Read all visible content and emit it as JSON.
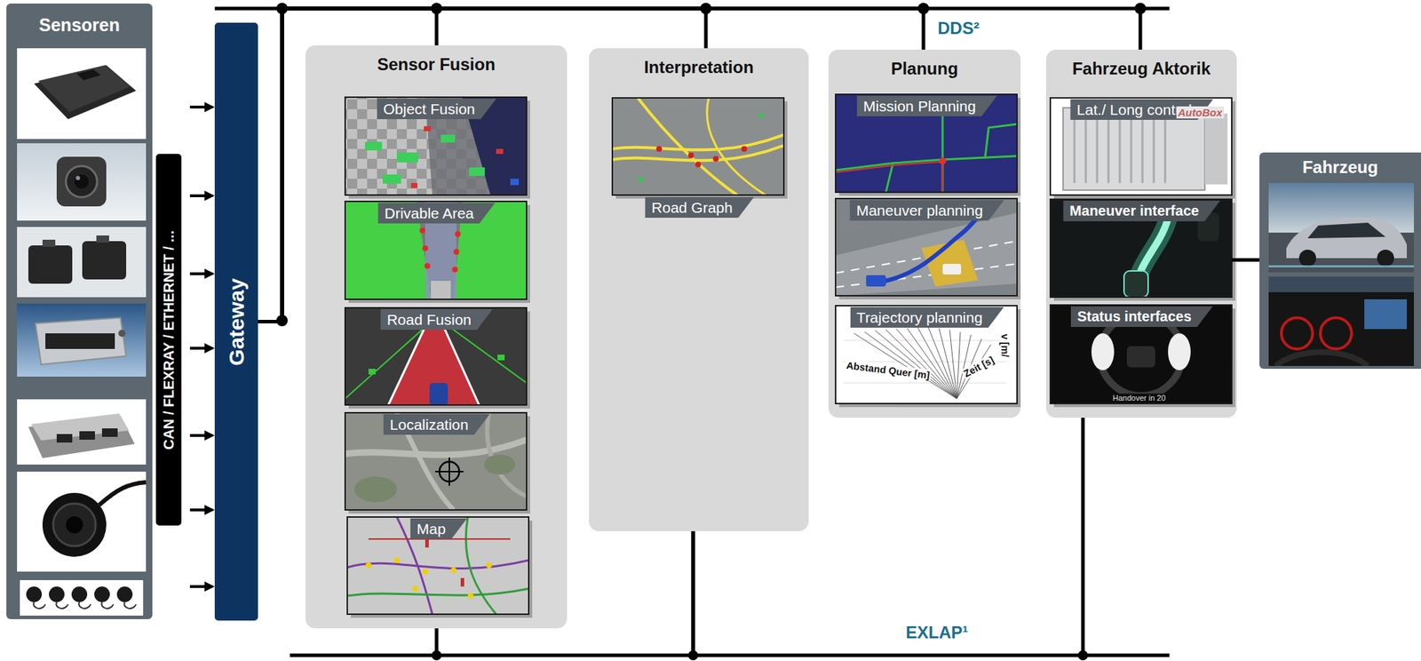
{
  "diagram": {
    "nodes": [
      {
        "text": [
          "Sensoren"
        ]
      },
      {
        "text": [
          "CAN / FLEXRAY / ETHERNET / ..."
        ]
      },
      {
        "text": [
          "Gateway"
        ]
      },
      {
        "text": [
          "Sensor Fusion"
        ]
      },
      {
        "text": [
          "Object Fusion"
        ],
        "in": 3
      },
      {
        "text": [
          "Drivable Area"
        ],
        "in": 3
      },
      {
        "text": [
          "Road Fusion"
        ],
        "in": 3
      },
      {
        "text": [
          "Localization"
        ],
        "in": 3
      },
      {
        "text": [
          "Map"
        ],
        "in": 3
      },
      {
        "text": [
          "Interpretation"
        ]
      },
      {
        "text": [
          "Road Graph"
        ],
        "in": 9
      },
      {
        "text": [
          "Planung"
        ]
      },
      {
        "text": [
          "Mission Planning"
        ],
        "in": 11
      },
      {
        "text": [
          "Maneuver planning"
        ],
        "in": 11
      },
      {
        "text": [
          "Trajectory planning"
        ],
        "in": 11
      },
      {
        "text": [
          "Fahrzeug Aktorik"
        ]
      },
      {
        "text": [
          "Lat./ Long control"
        ],
        "in": 15
      },
      {
        "text": [
          "Maneuver interface"
        ],
        "in": 15
      },
      {
        "text": [
          "Status interfaces"
        ],
        "in": 15
      },
      {
        "text": [
          "Fahrzeug"
        ]
      }
    ],
    "edges": [
      {
        "from": 2,
        "to": 3,
        "arrow": "none"
      },
      {
        "from": 2,
        "to": 9,
        "arrow": "none"
      },
      {
        "from": 2,
        "to": 11,
        "arrow": "none"
      },
      {
        "from": 2,
        "to": 15,
        "arrow": "none"
      },
      {
        "from": 3,
        "to": 9,
        "arrow": "none"
      },
      {
        "from": 9,
        "to": 15,
        "arrow": "none"
      },
      {
        "from": 17,
        "to": 19,
        "arrow": "none"
      }
    ],
    "labels": [
      "DDS²",
      "EXLAP¹",
      "Abstand Quer [m]",
      "Zeit [s]",
      "v [m/",
      "AutoBox",
      "Handover in 20"
    ]
  }
}
